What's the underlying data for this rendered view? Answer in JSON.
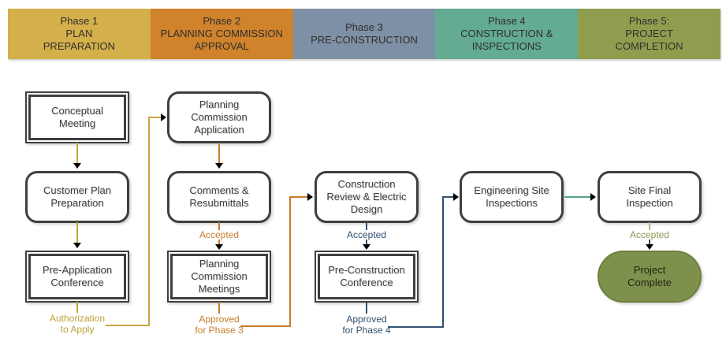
{
  "header": {
    "phases": [
      {
        "line1": "Phase 1",
        "line2": "PLAN",
        "line3": "PREPARATION",
        "color": "#d3b04a"
      },
      {
        "line1": "Phase 2",
        "line2": "PLANNING COMMISSION",
        "line3": "APPROVAL",
        "color": "#d0832b"
      },
      {
        "line1": "Phase 3",
        "line2": "PRE-CONSTRUCTION",
        "line3": "",
        "color": "#7e90a5"
      },
      {
        "line1": "Phase 4",
        "line2": "CONSTRUCTION &",
        "line3": "INSPECTIONS",
        "color": "#63ab91"
      },
      {
        "line1": "Phase 5:",
        "line2": "PROJECT",
        "line3": "COMPLETION",
        "color": "#8f9e4e"
      }
    ]
  },
  "nodes": {
    "conceptual_meeting": "Conceptual Meeting",
    "customer_plan_preparation": "Customer Plan Preparation",
    "pre_application_conference": "Pre-Application Conference",
    "planning_commission_application": "Planning Commission Application",
    "comments_resubmittals": "Comments & Resubmittals",
    "planning_commission_meetings": "Planning Commission Meetings",
    "construction_review": "Construction Review & Electric Design",
    "pre_construction_conference": "Pre-Construction Conference",
    "engineering_site_inspections": "Engineering Site Inspections",
    "site_final_inspection": "Site Final Inspection",
    "project_complete": "Project Complete"
  },
  "labels": {
    "authorization_line1": "Authorization",
    "authorization_line2": "to Apply",
    "accepted_phase2": "Accepted",
    "approved_phase3_line1": "Approved",
    "approved_phase3_line2": "for Phase 3",
    "accepted_phase3": "Accepted",
    "approved_phase4_line1": "Approved",
    "approved_phase4_line2": "for Phase 4",
    "accepted_phase5": "Accepted"
  },
  "colors": {
    "band_text": "#2f2f2f",
    "box_text": "#3f3f3f",
    "gold": "#c9a33c",
    "gold_border": "#d1ad42",
    "gold_label": "#bfa238",
    "orange": "#c87c2b",
    "blue": "#31506f",
    "teal": "#56a189",
    "teal_box_border": "#8db8a5",
    "olive_box_border": "#abb97d",
    "olive_fill": "#7e914c",
    "olive_fill_border": "#6d7f3e",
    "olive_label": "#8a9b52",
    "dark_green_arrow": "#3f4d22"
  }
}
